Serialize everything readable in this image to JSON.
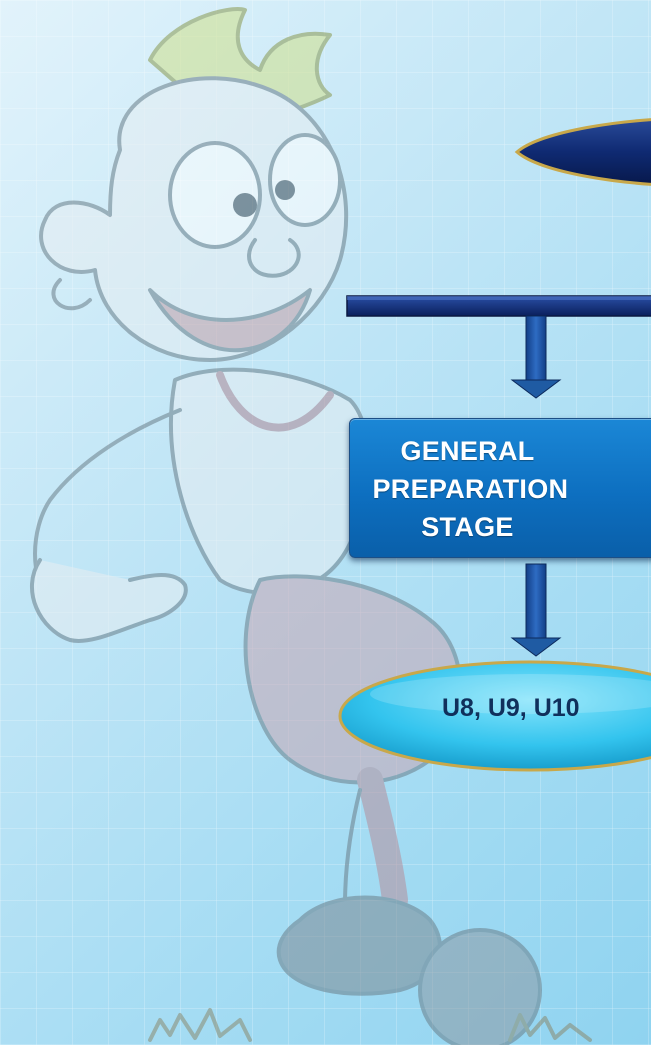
{
  "diagram": {
    "stage_box": {
      "label_lines": [
        "GENERAL",
        "PREPARATION",
        "STAGE"
      ]
    },
    "age_group": {
      "label": "U8, U9, U10"
    }
  },
  "colors": {
    "background": "#bfe5f6",
    "stage_box": "#0d6fc0",
    "age_group_fill": "#33c4ee",
    "age_group_border": "#c8a84a",
    "arrow": "#1f5ba3",
    "bar": "#102a66"
  }
}
